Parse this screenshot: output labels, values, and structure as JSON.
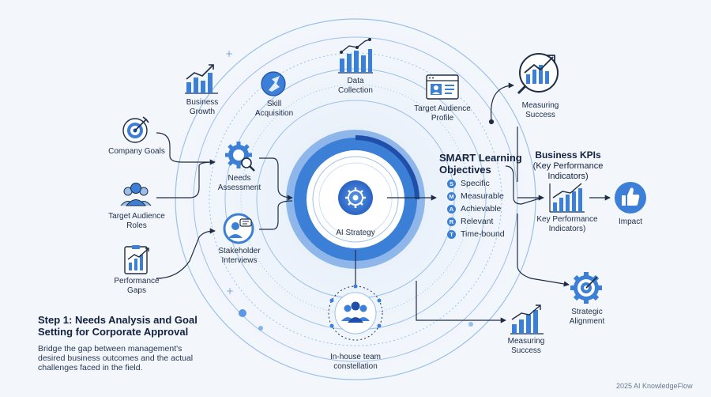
{
  "labels": {
    "business_growth": "Business\nGrowth",
    "skill_acquisition": "Skill\nAcquisition",
    "data_collection": "Data\nCollection",
    "target_audience_profile": "Target Audience\nProfile",
    "measuring_success_top": "Measuring\nSuccess",
    "company_goals": "Company Goals",
    "needs_assessment": "Needs\nAssessment",
    "target_audience_roles": "Target Audience\nRoles",
    "stakeholder_interviews": "Stakeholder\nInterviews",
    "performance_gaps": "Performance\nGaps",
    "ai_strategy": "AI Strategy",
    "inhouse_team": "In-house team\nconstellation",
    "measuring_success_bottom": "Measuring\nSuccess",
    "strategic_alignment": "Strategic\nAlignment",
    "kpi_icon_label": "Key Performance\nIndicators)",
    "impact": "Impact"
  },
  "smart": {
    "title": "SMART Learning\nObjectives",
    "items": [
      {
        "letter": "S",
        "text": "Specific"
      },
      {
        "letter": "M",
        "text": "Measurable"
      },
      {
        "letter": "A",
        "text": "Achievable"
      },
      {
        "letter": "R",
        "text": "Relevant"
      },
      {
        "letter": "T",
        "text": "Time-bound"
      }
    ]
  },
  "kpi": {
    "title": "Business KPIs",
    "subtitle": "(Key Performance\nIndicators)"
  },
  "step": {
    "title": "Step 1: Needs Analysis and Goal\nSetting for Corporate Approval",
    "description": "Bridge the gap between management's\ndesired business outcomes and the actual\nchallenges faced in the field."
  },
  "footer": {
    "copyright": "2025 AI KnowledgeFlow"
  },
  "colors": {
    "primary": "#2f6fcf",
    "dark": "#1f4fa8",
    "light": "#cfe0f5",
    "background": "#f3f7fc"
  }
}
